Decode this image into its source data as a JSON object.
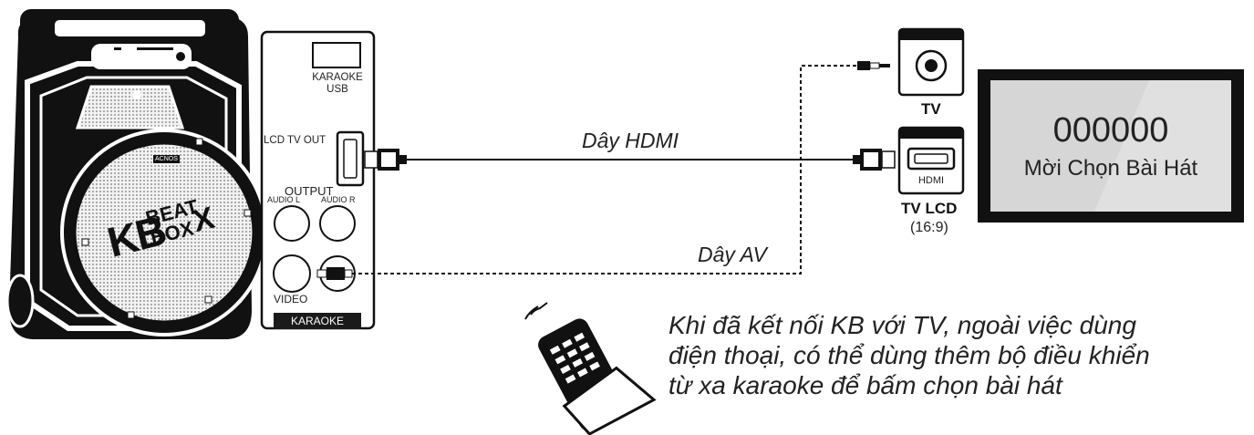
{
  "speaker": {
    "brand_text": "ACNOS",
    "logo_lines": [
      "BEAT",
      "BOX"
    ],
    "logo_prefix": "KB",
    "logo_suffix": "X"
  },
  "panel": {
    "usb_label_line1": "KARAOKE",
    "usb_label_line2": "USB",
    "lcd_tv_out_label": "LCD TV OUT",
    "output_label": "OUTPUT",
    "audio_l_label": "AUDIO L",
    "audio_r_label": "AUDIO R",
    "video_label": "VIDEO",
    "karaoke_badge": "KARAOKE"
  },
  "cables": {
    "hdmi_label": "Dây HDMI",
    "av_label": "Dây AV"
  },
  "tv": {
    "old_tv_label": "TV",
    "lcd_port_label": "HDMI",
    "lcd_tv_label": "TV LCD",
    "lcd_tv_ratio": "(16:9)",
    "screen_code": "000000",
    "screen_message": "Mời Chọn Bài Hát"
  },
  "note": {
    "line1": "Khi đã kết nối KB với TV, ngoài việc dùng",
    "line2": "điện thoại, có thể dùng thêm bộ điều khiển",
    "line3": "từ xa karaoke để bấm chọn bài hát"
  },
  "colors": {
    "ink": "#111111",
    "screen_gray": "#d6d6d6",
    "badge_bg": "#1a1a1a"
  }
}
